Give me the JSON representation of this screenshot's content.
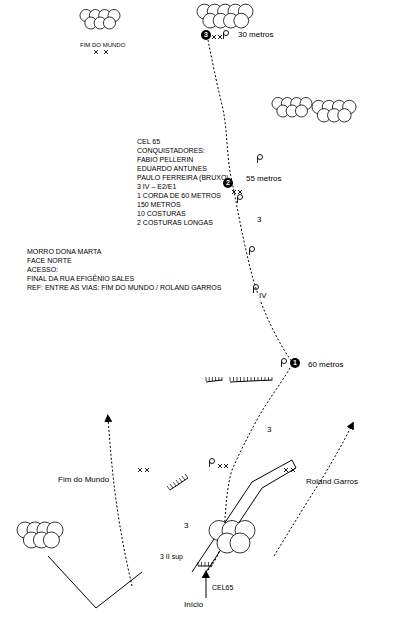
{
  "diagram": {
    "labels": [
      "FIM DO MUNDO",
      "3",
      "30 metros",
      "CEL 65",
      "CONQUISTADORES:",
      "FABIO PELLERIN",
      "EDUARDO ANTUNES",
      "PAULO FERREIRA (BRUXO)",
      "3 IV – E2/E1",
      "1 CORDA DE 60 METROS",
      "150 METROS",
      "10 COSTURAS",
      "2 COSTURAS LONGAS",
      "2",
      "55 metros",
      "MORRO DONA MARTA",
      "FACE NORTE",
      "ACESSO:",
      "FINAL DA RUA EFIGÊNIO SALES",
      "REF: ENTRE AS VIAS: FIM DO MUNDO / ROLAND GARROS",
      "3",
      "IV",
      "1",
      "60 metros",
      "3",
      "Fim do Mundo",
      "Roland Garros",
      "3",
      "3 II sup",
      "CEL65",
      "Início"
    ]
  }
}
